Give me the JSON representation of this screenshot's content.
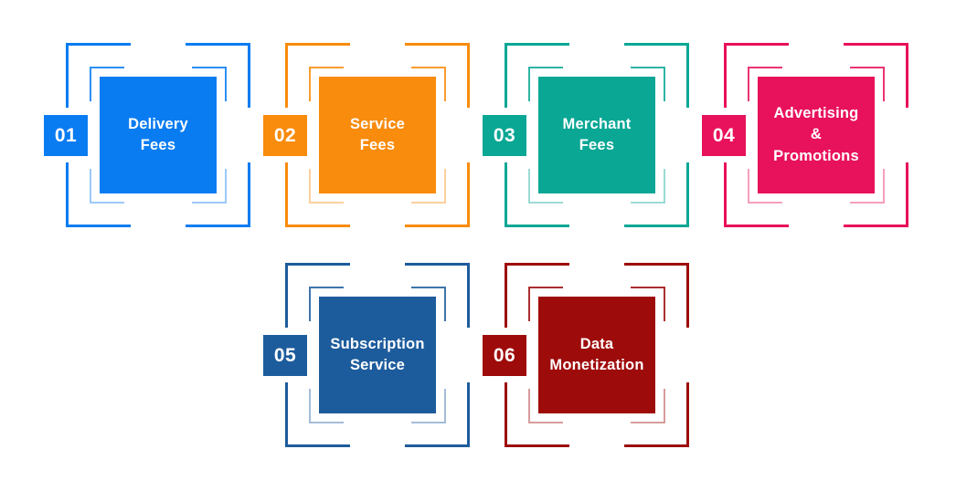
{
  "items": [
    {
      "number": "01",
      "label": "Delivery\nFees",
      "color": "#0A7CF2"
    },
    {
      "number": "02",
      "label": "Service\nFees",
      "color": "#F98B0D"
    },
    {
      "number": "03",
      "label": "Merchant\nFees",
      "color": "#0AA795"
    },
    {
      "number": "04",
      "label": "Advertising\n&\nPromotions",
      "color": "#E8115B"
    },
    {
      "number": "05",
      "label": "Subscription\nService",
      "color": "#1D5C9C"
    },
    {
      "number": "06",
      "label": "Data\nMonetization",
      "color": "#9E0B0B"
    }
  ]
}
